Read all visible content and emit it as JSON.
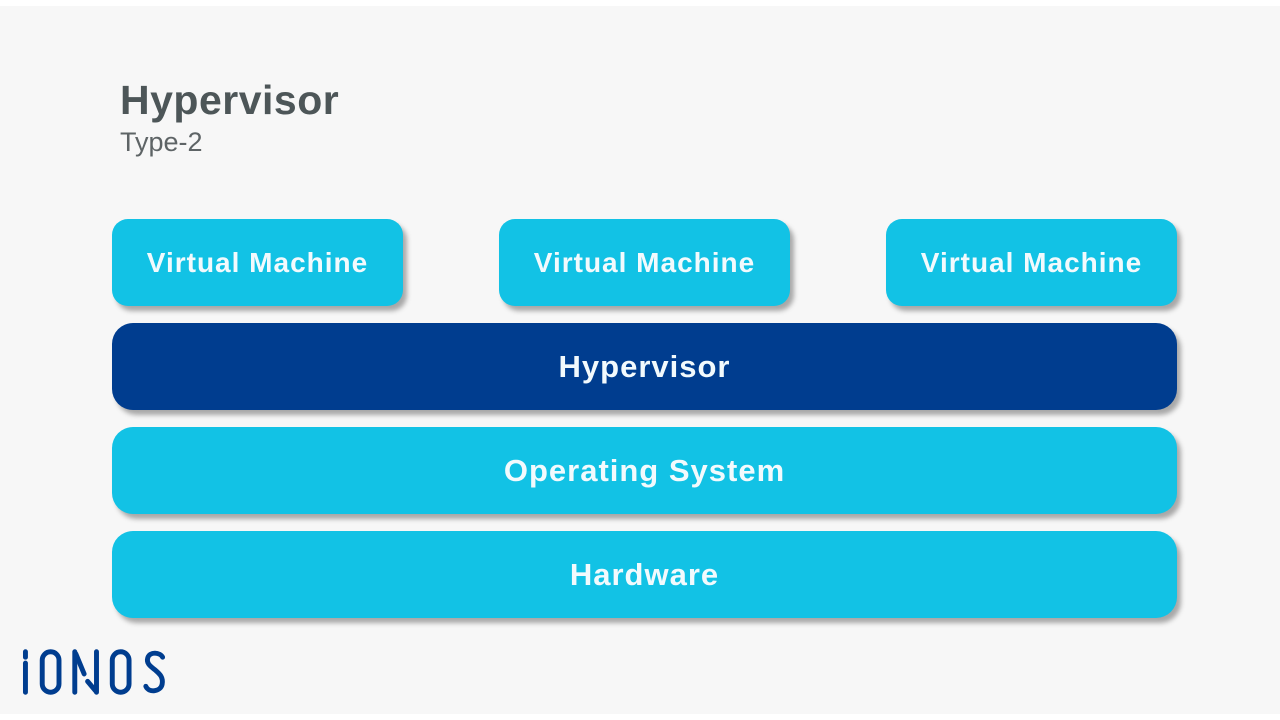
{
  "page": {
    "title": "Hypervisor",
    "subtitle": "Type-2"
  },
  "diagram": {
    "vm_boxes": [
      {
        "label": "Virtual Machine"
      },
      {
        "label": "Virtual Machine"
      },
      {
        "label": "Virtual Machine"
      }
    ],
    "layers": [
      {
        "id": "hypervisor",
        "label": "Hypervisor"
      },
      {
        "id": "operating-system",
        "label": "Operating System"
      },
      {
        "id": "hardware",
        "label": "Hardware"
      }
    ]
  },
  "branding": {
    "logo_text": "IONOS"
  },
  "colors": {
    "cyan": "#12c2e5",
    "dark_blue": "#003d8f",
    "background": "#f7f7f7",
    "title_text": "#4d5658",
    "subtitle_text": "#5e6466",
    "box_text": "#f2fafd"
  }
}
